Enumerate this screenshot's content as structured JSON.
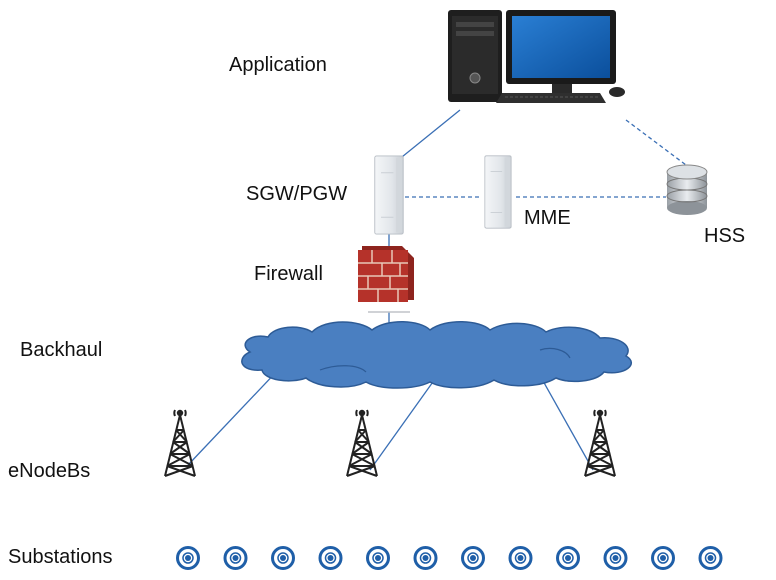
{
  "labels": {
    "application": "Application",
    "sgw_pgw": "SGW/PGW",
    "mme": "MME",
    "hss": "HSS",
    "firewall": "Firewall",
    "backhaul": "Backhaul",
    "enodebs": "eNodeBs",
    "substations": "Substations"
  },
  "colors": {
    "link": "#3a6fb5",
    "cloud_fill": "#4a7fc1",
    "cloud_stroke": "#2d5b96",
    "brick": "#b5322a",
    "substation": "#1f5fa8"
  },
  "icons": {
    "application": "desktop-computer-icon",
    "sgw_pgw": "server-tower-icon",
    "mme": "server-tower-icon",
    "hss": "database-icon",
    "firewall": "firewall-icon",
    "backhaul": "cloud-icon",
    "enodeb": "cell-tower-icon",
    "substation": "target-icon"
  },
  "enodeb_count": 3,
  "substation_count": 12
}
